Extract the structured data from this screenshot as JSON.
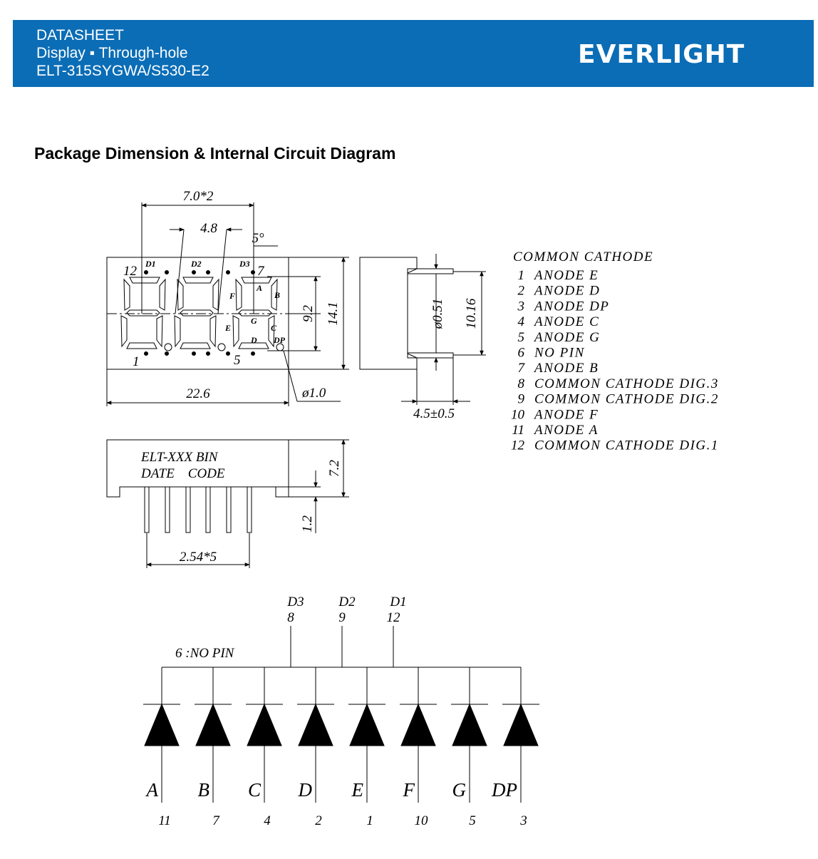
{
  "header": {
    "line1": "DATASHEET",
    "line2": "Display ▪ Through-hole",
    "line3": "ELT-315SYGWA/S530-E2",
    "logo": "EVERLIGHT",
    "color": "#0b6db6"
  },
  "section_title": "Package Dimension & Internal Circuit Diagram",
  "front_view": {
    "dims": {
      "pitch": "7.0*2",
      "offset": "4.8",
      "angle": "5°",
      "height_inner": "9.2",
      "height": "14.1",
      "width": "22.6",
      "dp_dia": "ø1.0"
    },
    "labels": {
      "pin12": "12",
      "pin1": "1",
      "pin7": "7",
      "pin5": "5",
      "d1": "D1",
      "d2": "D2",
      "d3": "D3",
      "seg_a": "A",
      "seg_b": "B",
      "seg_c": "C",
      "seg_d": "D",
      "seg_e": "E",
      "seg_f": "F",
      "seg_g": "G",
      "seg_dp": "DP"
    }
  },
  "side_view": {
    "pin_dia": "ø0.51",
    "pin_span": "10.16",
    "depth": "4.5±0.5"
  },
  "bottom_view": {
    "marking_line1": "ELT-XXX BIN",
    "marking_line2": "DATE    CODE",
    "height": "7.2",
    "standoff": "1.2",
    "pin_pitch": "2.54*5"
  },
  "pinout": {
    "heading": "COMMON CATHODE",
    "pins": [
      {
        "num": "1",
        "func": "ANODE E"
      },
      {
        "num": "2",
        "func": "ANODE D"
      },
      {
        "num": "3",
        "func": "ANODE DP"
      },
      {
        "num": "4",
        "func": "ANODE C"
      },
      {
        "num": "5",
        "func": "ANODE G"
      },
      {
        "num": "6",
        "func": "NO PIN"
      },
      {
        "num": "7",
        "func": "ANODE B"
      },
      {
        "num": "8",
        "func": "COMMON CATHODE DIG.3"
      },
      {
        "num": "9",
        "func": "COMMON CATHODE DIG.2"
      },
      {
        "num": "10",
        "func": "ANODE F"
      },
      {
        "num": "11",
        "func": "ANODE A"
      },
      {
        "num": "12",
        "func": "COMMON CATHODE DIG.1"
      }
    ]
  },
  "circuit": {
    "no_pin_note": "6 :NO PIN",
    "commons": [
      {
        "digit": "D3",
        "pin": "8"
      },
      {
        "digit": "D2",
        "pin": "9"
      },
      {
        "digit": "D1",
        "pin": "12"
      }
    ],
    "segments": [
      {
        "seg": "A",
        "pin": "11"
      },
      {
        "seg": "B",
        "pin": "7"
      },
      {
        "seg": "C",
        "pin": "4"
      },
      {
        "seg": "D",
        "pin": "2"
      },
      {
        "seg": "E",
        "pin": "1"
      },
      {
        "seg": "F",
        "pin": "10"
      },
      {
        "seg": "G",
        "pin": "5"
      },
      {
        "seg": "DP",
        "pin": "3"
      }
    ]
  }
}
